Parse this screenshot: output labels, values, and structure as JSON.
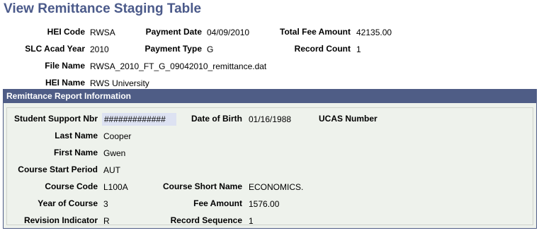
{
  "page": {
    "title": "View Remittance Staging Table"
  },
  "header": {
    "hei_code_label": "HEI Code",
    "hei_code": "RWSA",
    "payment_date_label": "Payment Date",
    "payment_date": "04/09/2010",
    "total_fee_label": "Total Fee Amount",
    "total_fee": "42135.00",
    "slc_year_label": "SLC Acad Year",
    "slc_year": "2010",
    "payment_type_label": "Payment Type",
    "payment_type": "G",
    "record_count_label": "Record Count",
    "record_count": "1",
    "file_name_label": "File Name",
    "file_name": "RWSA_2010_FT_G_09042010_remittance.dat",
    "hei_name_label": "HEI Name",
    "hei_name": "RWS University"
  },
  "panel": {
    "title": "Remittance Report Information",
    "student_support_label": "Student Support Nbr",
    "student_support": "#############",
    "dob_label": "Date of Birth",
    "dob": "01/16/1988",
    "ucas_label": "UCAS Number",
    "last_name_label": "Last Name",
    "last_name": "Cooper",
    "first_name_label": "First Name",
    "first_name": "Gwen",
    "course_start_label": "Course Start Period",
    "course_start": "AUT",
    "course_code_label": "Course Code",
    "course_code": "L100A",
    "course_short_label": "Course Short Name",
    "course_short": "ECONOMICS.",
    "year_course_label": "Year of Course",
    "year_course": "3",
    "fee_amount_label": "Fee Amount",
    "fee_amount": "1576.00",
    "revision_label": "Revision Indicator",
    "revision": "R",
    "record_seq_label": "Record Sequence",
    "record_seq": "1"
  }
}
